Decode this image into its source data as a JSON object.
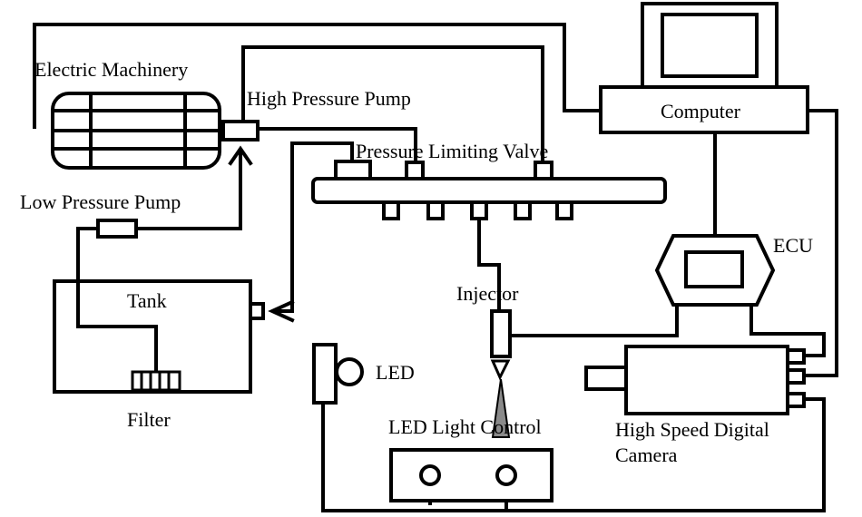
{
  "labels": {
    "electric_machinery": "Electric Machinery",
    "high_pressure_pump": "High Pressure Pump",
    "pressure_limiting_valve": "Pressure Limiting Valve",
    "computer": "Computer",
    "low_pressure_pump": "Low Pressure Pump",
    "ecu": "ECU",
    "tank": "Tank",
    "injector": "Injector",
    "led": "LED",
    "filter": "Filter",
    "led_light_control": "LED Light Control",
    "camera_line1": "High Speed Digital",
    "camera_line2": "Camera"
  },
  "colors": {
    "stroke": "#000000",
    "background": "#ffffff",
    "spray": "#8a8a8a"
  }
}
